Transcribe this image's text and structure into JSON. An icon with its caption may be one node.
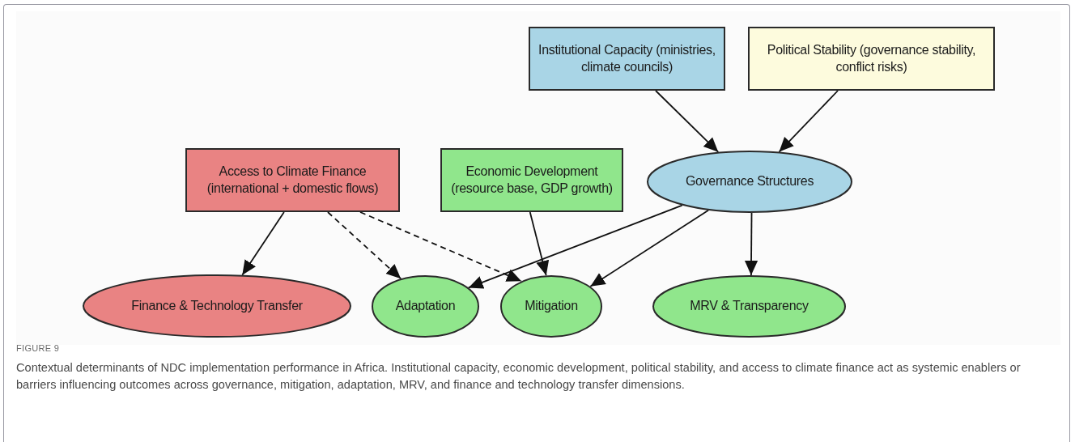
{
  "diagram": {
    "caption": "Contextual determinants of NDC implementation performance in Africa. Institutional capacity, economic development, political stability, and access to climate finance act as systemic enablers or barriers influencing outcomes across governance, mitigation, adaptation, MRV, and finance and technology transfer dimensions.",
    "nodes": [
      {
        "text": [
          "Institutional Capacity (ministries, climate councils)"
        ]
      },
      {
        "text": [
          "Political Stability (governance stability, conflict risks)"
        ]
      },
      {
        "text": [
          "Access to Climate Finance (international + domestic flows)"
        ]
      },
      {
        "text": [
          "Economic Development (resource base, GDP growth)"
        ]
      },
      {
        "text": [
          "Governance Structures"
        ]
      },
      {
        "text": [
          "Finance & Technology Transfer"
        ]
      },
      {
        "text": [
          "Adaptation"
        ]
      },
      {
        "text": [
          "Mitigation"
        ]
      },
      {
        "text": [
          "MRV & Transparency"
        ]
      }
    ],
    "edges": [
      {
        "from": 0,
        "to": 4,
        "arrow": "to"
      },
      {
        "from": 1,
        "to": 4,
        "arrow": "to"
      },
      {
        "from": 2,
        "to": 5,
        "arrow": "to"
      },
      {
        "from": 2,
        "to": 6,
        "arrow": "to",
        "style": "dashed"
      },
      {
        "from": 2,
        "to": 7,
        "arrow": "to",
        "style": "dashed"
      },
      {
        "from": 3,
        "to": 7,
        "arrow": "to"
      },
      {
        "from": 4,
        "to": 6,
        "arrow": "to"
      },
      {
        "from": 4,
        "to": 7,
        "arrow": "to"
      },
      {
        "from": 4,
        "to": 8,
        "arrow": "to"
      }
    ],
    "labels": [
      "FIGURE 9"
    ]
  }
}
